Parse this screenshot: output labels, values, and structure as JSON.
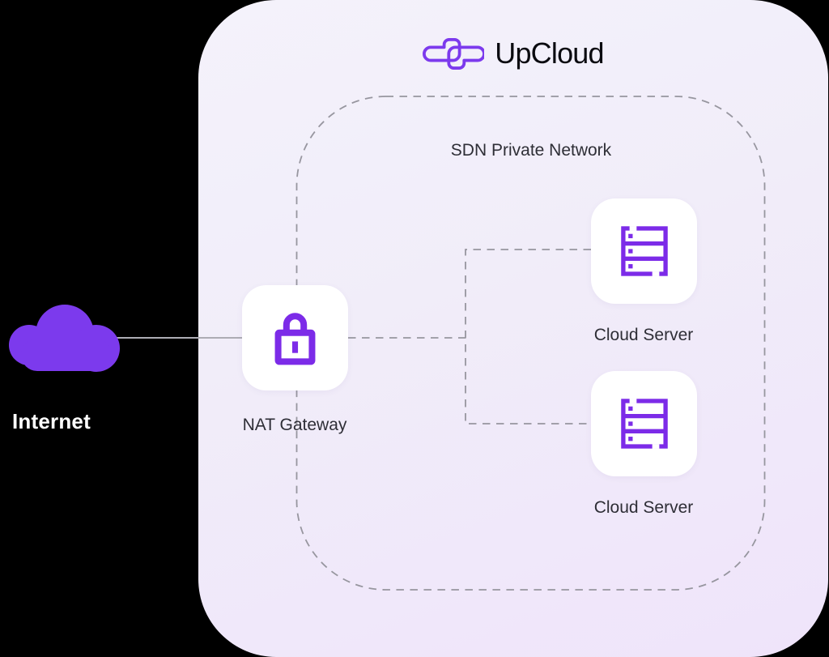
{
  "brand": {
    "name": "UpCloud",
    "mark_icon": "upcloud-mark-icon"
  },
  "diagram": {
    "network": {
      "label": "SDN Private Network",
      "border_style": "dashed-rounded",
      "nodes": [
        {
          "id": "nat-gateway",
          "label": "NAT Gateway",
          "icon": "lock-icon"
        },
        {
          "id": "cloud-server-1",
          "label": "Cloud Server",
          "icon": "server-icon"
        },
        {
          "id": "cloud-server-2",
          "label": "Cloud Server",
          "icon": "server-icon"
        }
      ]
    },
    "external": {
      "id": "internet",
      "label": "Internet",
      "icon": "cloud-icon"
    },
    "connections": [
      {
        "from": "internet",
        "to": "nat-gateway",
        "style": "solid"
      },
      {
        "from": "nat-gateway",
        "to": "cloud-server-1",
        "style": "dashed"
      },
      {
        "from": "nat-gateway",
        "to": "cloud-server-2",
        "style": "dashed"
      }
    ]
  },
  "colors": {
    "page_background": "#000000",
    "panel_background_top": "#F4F2FB",
    "panel_background_bottom": "#EFE4FA",
    "brand_purple": "#7C3AED",
    "icon_purple": "#7C2BE8",
    "dashed_line_gray": "#97969F",
    "solid_line_gray": "#ADACB4",
    "label_text": "#2E2E36",
    "wordmark_text": "#0B0B10",
    "internet_text": "#FFFFFF"
  }
}
